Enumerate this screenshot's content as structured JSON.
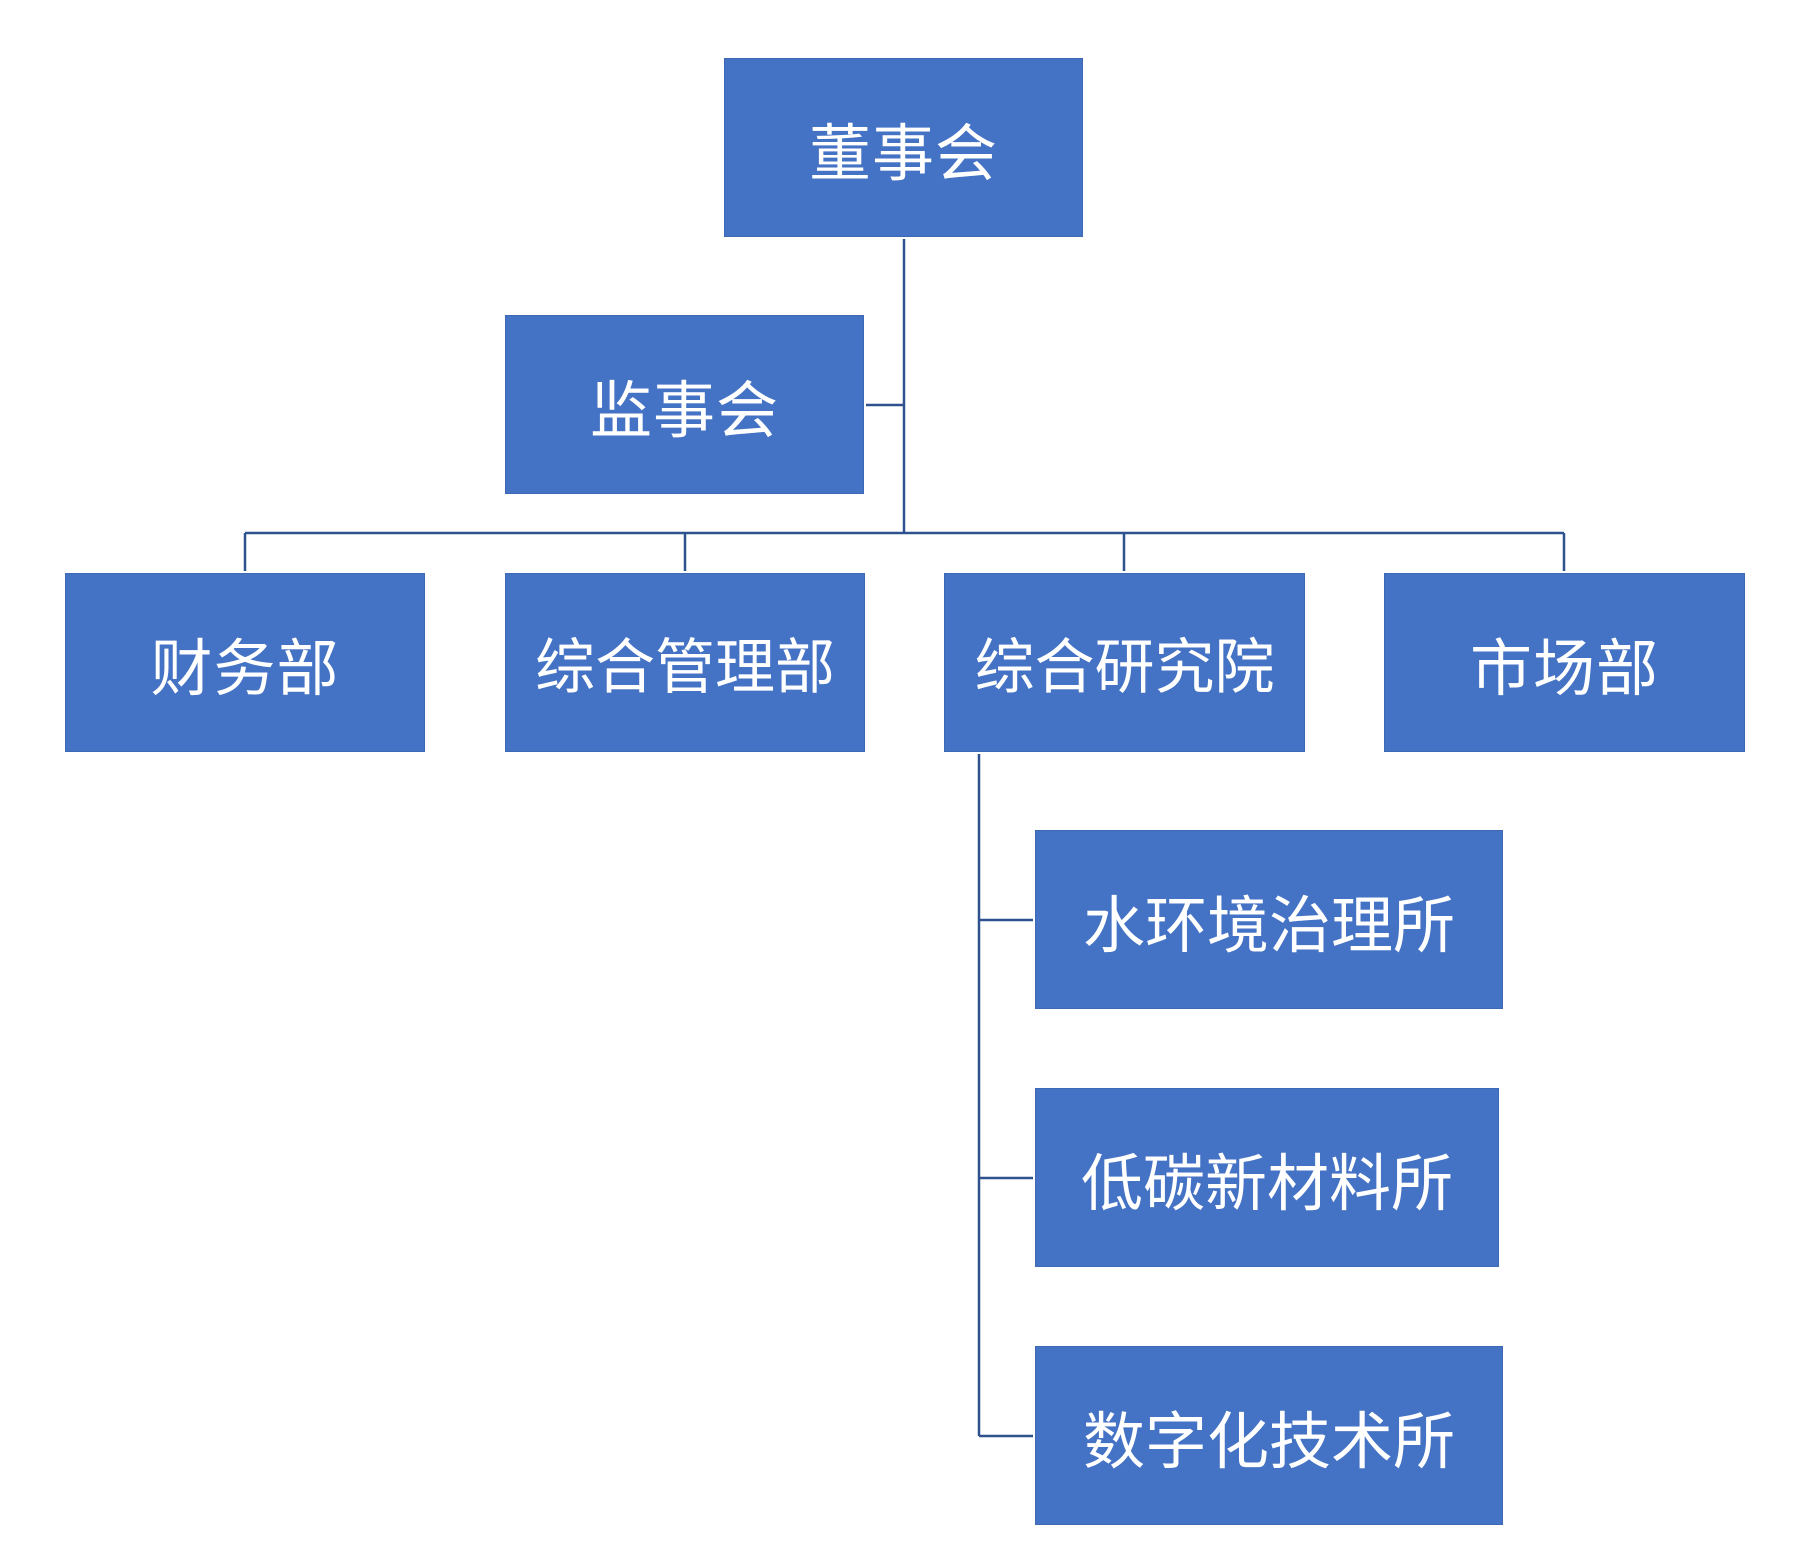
{
  "org_chart": {
    "board": "董事会",
    "supervisory_board": "监事会",
    "departments": [
      "财务部",
      "综合管理部",
      "综合研究院",
      "市场部"
    ],
    "institutes": [
      "水环境治理所",
      "低碳新材料所",
      "数字化技术所"
    ]
  }
}
